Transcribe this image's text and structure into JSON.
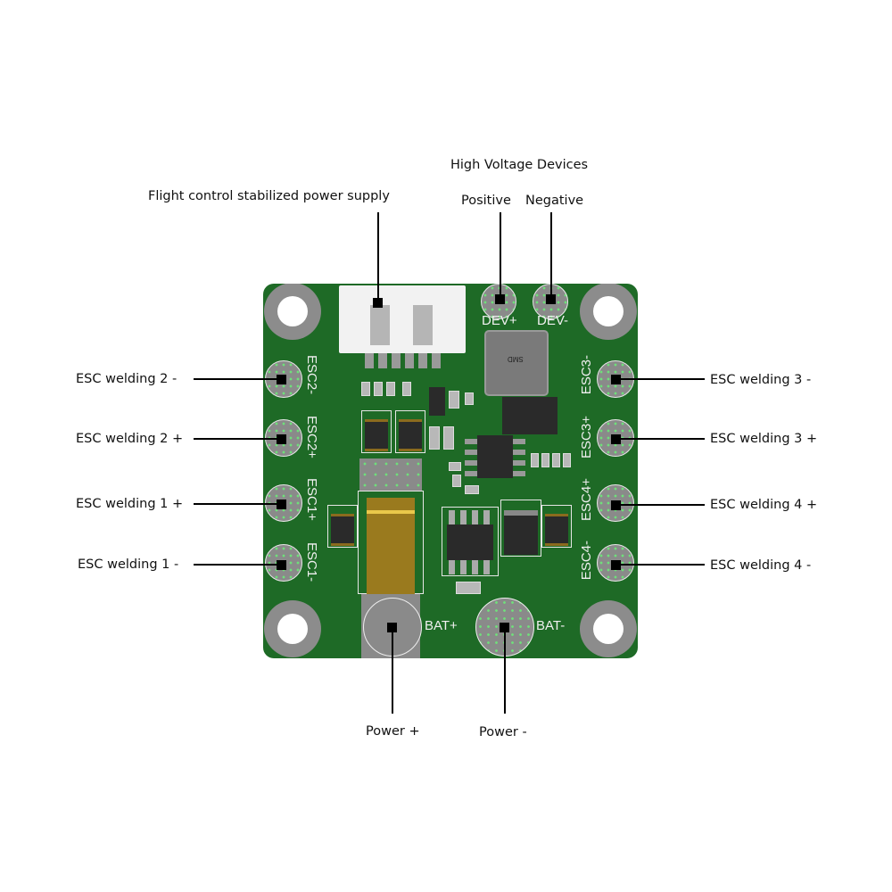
{
  "labels": {
    "flight_control": "Flight control stabilized power supply",
    "high_voltage": "High Voltage Devices",
    "positive": "Positive",
    "negative": "Negative",
    "esc2_minus": "ESC welding 2 -",
    "esc2_plus": "ESC welding 2 +",
    "esc1_plus": "ESC welding 1 +",
    "esc1_minus": "ESC welding 1 -",
    "esc3_minus": "ESC welding 3 -",
    "esc3_plus": "ESC welding 3 +",
    "esc4_plus": "ESC welding 4 +",
    "esc4_minus": "ESC welding 4 -",
    "power_plus": "Power +",
    "power_minus": "Power -"
  },
  "silkscreen": {
    "dev_plus": "DEV+",
    "dev_minus": "DEV-",
    "esc2_minus": "ESC2-",
    "esc2_plus": "ESC2+",
    "esc1_plus": "ESC1+",
    "esc1_minus": "ESC1-",
    "esc3_minus": "ESC3-",
    "esc3_plus": "ESC3+",
    "esc4_plus": "ESC4+",
    "esc4_minus": "ESC4-",
    "bat_plus": "BAT+",
    "bat_minus": "BAT-",
    "inductor_marking": "SMD"
  },
  "colors": {
    "pcb": "#1e6a26",
    "pad": "#8a8a8a",
    "silk": "#f0f0f0",
    "leader": "#000000"
  }
}
